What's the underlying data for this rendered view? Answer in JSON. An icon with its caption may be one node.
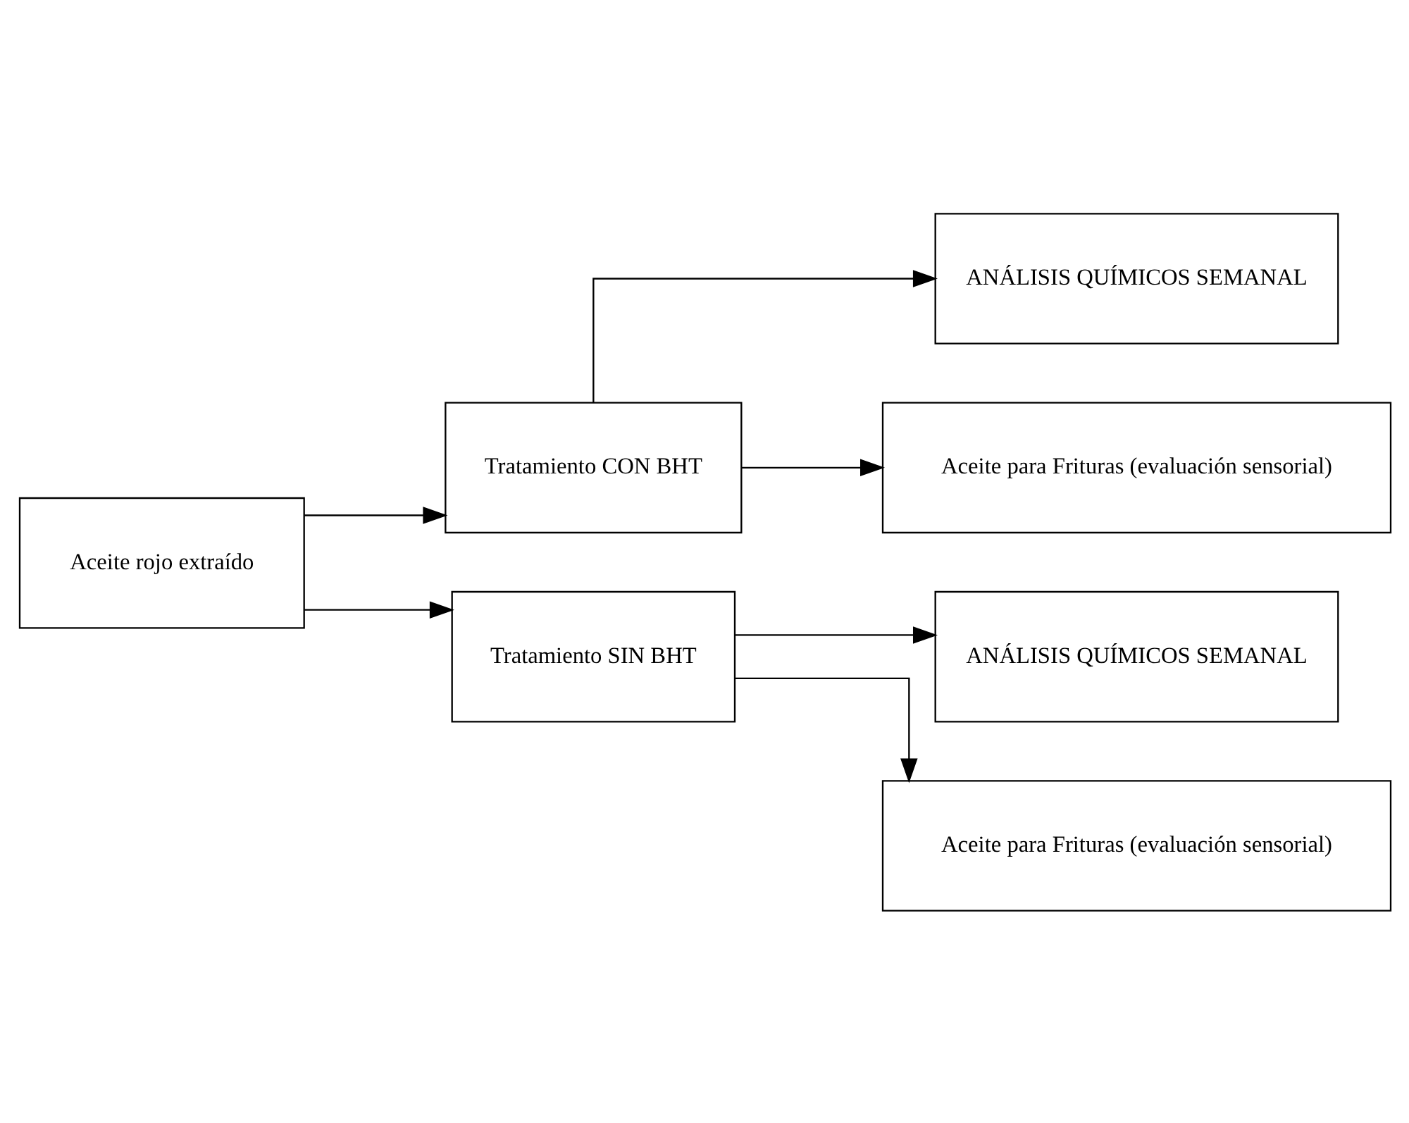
{
  "diagram": {
    "nodes": [
      {
        "text": [
          "Aceite rojo extraído"
        ]
      },
      {
        "text": [
          "Tratamiento CON BHT"
        ]
      },
      {
        "text": [
          "Tratamiento SIN BHT"
        ]
      },
      {
        "text": [
          "ANÁLISIS QUÍMICOS SEMANAL"
        ]
      },
      {
        "text": [
          "Aceite para Frituras (evaluación sensorial)"
        ]
      },
      {
        "text": [
          "ANÁLISIS QUÍMICOS SEMANAL"
        ]
      },
      {
        "text": [
          "Aceite para Frituras (evaluación sensorial)"
        ]
      }
    ],
    "edges": [
      {
        "from": 0,
        "to": 1,
        "arrow": "to"
      },
      {
        "from": 0,
        "to": 2,
        "arrow": "to"
      },
      {
        "from": 1,
        "to": 3,
        "arrow": "to"
      },
      {
        "from": 1,
        "to": 4,
        "arrow": "to"
      },
      {
        "from": 2,
        "to": 5,
        "arrow": "to"
      },
      {
        "from": 2,
        "to": 6,
        "arrow": "to"
      }
    ]
  }
}
